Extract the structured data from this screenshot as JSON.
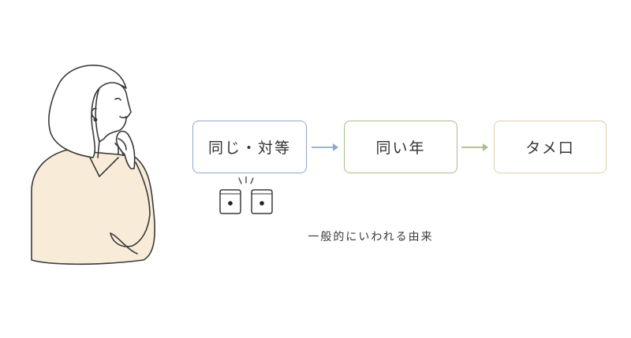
{
  "colors": {
    "box1_border": "#8ea9cc",
    "box2_border": "#a9bd8a",
    "box3_border": "#e0cfa8",
    "arrow1": "#8ea9cc",
    "arrow2": "#a9bd8a",
    "sweater": "#f8ecd9",
    "line": "#3a3a3a"
  },
  "flow": {
    "step1": "同じ・対等",
    "step2": "同い年",
    "step3": "タメ口"
  },
  "caption": "一般的にいわれる由来",
  "icons": {
    "person": "thinking-woman-illustration",
    "dice": "dice-pair-icon",
    "arrow": "arrow-right-icon"
  }
}
